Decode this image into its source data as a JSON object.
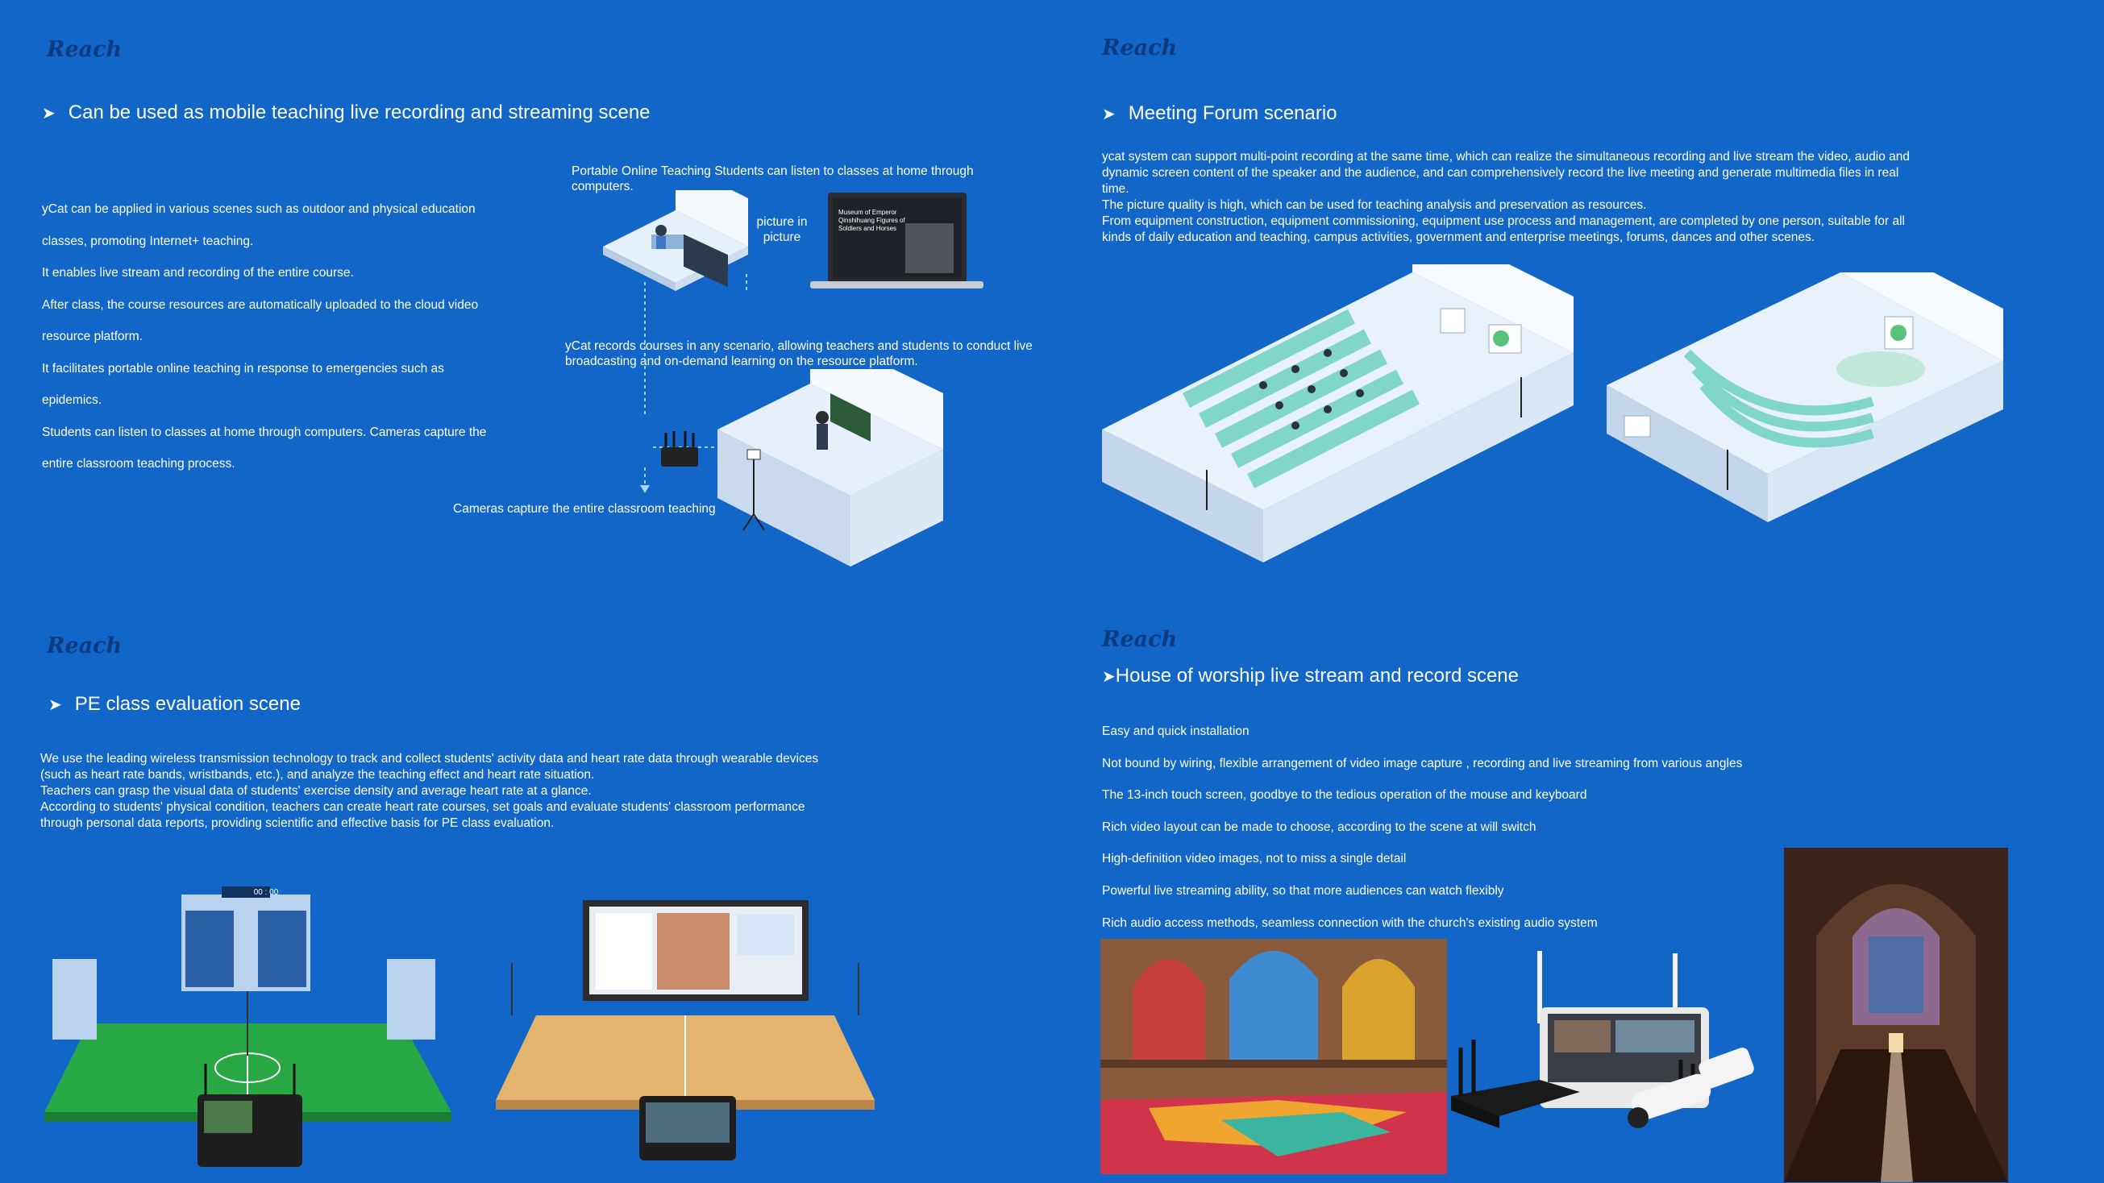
{
  "brand": {
    "logo_text": "Reach"
  },
  "sections": {
    "mobile": {
      "heading": "Can be used as mobile teaching live recording and streaming scene",
      "paragraphs": [
        "yCat can be applied in various scenes such as outdoor and physical education",
        "classes, promoting Internet+ teaching.",
        "It enables live stream and recording of the entire course.",
        "After class, the course resources are automatically uploaded to the cloud video",
        "resource platform.",
        "It facilitates portable online teaching in response to emergencies such as",
        "epidemics.",
        "Students can listen to classes at home through computers. Cameras capture the",
        "entire classroom teaching process."
      ],
      "label_home": "Portable Online Teaching Students can listen to classes at home through computers.",
      "label_pip": "picture in picture",
      "label_records": "yCat  records courses in any scenario, allowing teachers and students to conduct live broadcasting and on-demand learning on the resource platform.",
      "label_cameras": "Cameras capture the entire classroom teaching",
      "laptop_title": "Museum of Emperor Qinshihuang Figures of Soldiers and Horses"
    },
    "meeting": {
      "heading": "Meeting Forum scenario",
      "lines": [
        "ycat system can support multi-point recording at the same time, which can realize the simultaneous recording and live stream  the video, audio and",
        "dynamic screen content of the speaker and the audience, and can comprehensively record the live meeting and generate multimedia files in real",
        "time.",
        "The picture quality is high, which can be used for teaching analysis and preservation as resources.",
        "From equipment construction, equipment commissioning, equipment use process and management, are completed by one person, suitable for all",
        "kinds of daily education and teaching, campus activities, government and enterprise meetings, forums, dances and other scenes."
      ]
    },
    "pe": {
      "heading": "PE class evaluation scene",
      "lines": [
        "We use the leading wireless transmission technology to track and collect students' activity data and heart rate data through wearable devices",
        "(such as heart rate bands, wristbands, etc.), and analyze the teaching effect and heart rate situation.",
        "Teachers can grasp the visual data of students' exercise density and average heart rate at a glance.",
        "According to students' physical condition, teachers can create heart rate courses, set goals and evaluate students' classroom performance",
        "through personal data reports, providing scientific and effective basis for PE class evaluation."
      ],
      "scoreboard_time": "00 : 00"
    },
    "worship": {
      "heading": "House of worship live stream and record scene",
      "features": [
        "Easy and quick installation",
        "Not bound by wiring, flexible arrangement of video image capture , recording and live streaming  from various angles",
        "The 13-inch touch screen, goodbye to the tedious operation of the mouse and keyboard",
        "Rich video layout can be made to choose, according to the scene at will switch",
        "High-definition video images, not to miss a single detail",
        "Powerful live streaming ability, so that more audiences can watch flexibly",
        "Rich audio access methods, seamless connection with the church's existing audio system"
      ]
    }
  },
  "colors": {
    "background": "#1166c8",
    "logo": "#0b3b80",
    "text": "#ffffff",
    "grass": "#27a845",
    "court": "#e3b46e"
  }
}
